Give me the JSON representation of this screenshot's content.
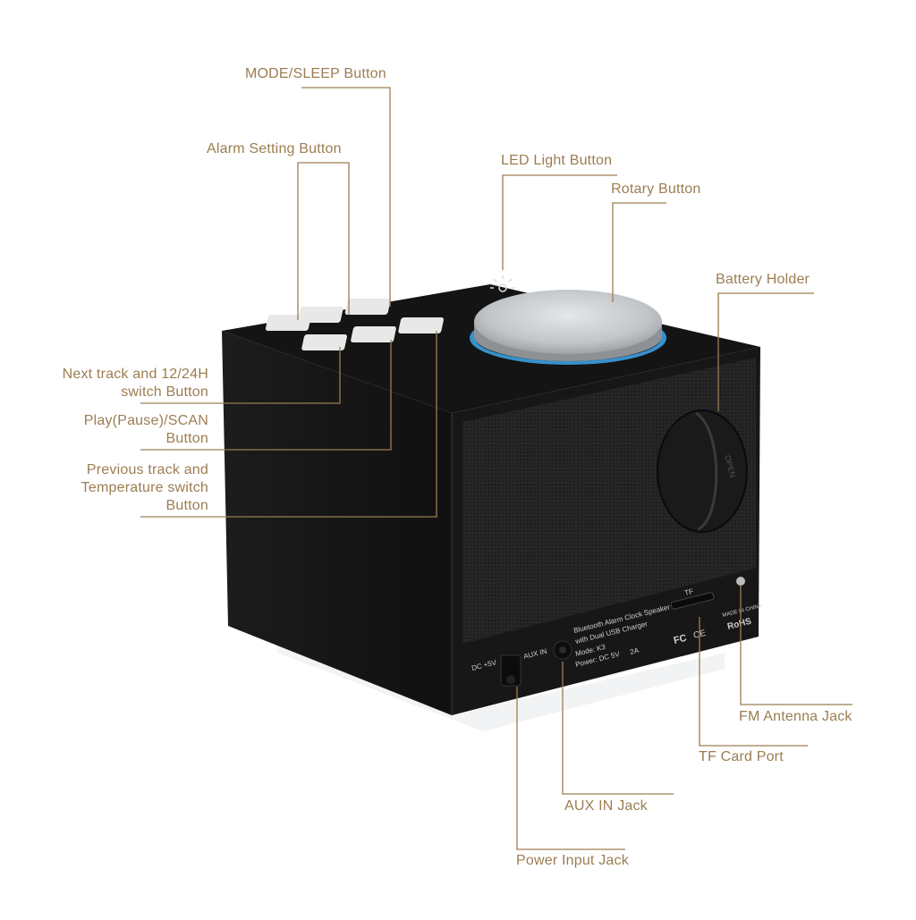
{
  "colors": {
    "label": "#9c7d52",
    "leader": "#9c7d52",
    "body": "#1a1a1a",
    "grille": "#2b2b2b",
    "knob": "#c7c9cc",
    "ring": "#3aa0e0"
  },
  "callouts": [
    {
      "id": "mode-sleep",
      "lines": [
        "MODE/SLEEP Button"
      ]
    },
    {
      "id": "alarm-setting",
      "lines": [
        "Alarm Setting Button"
      ]
    },
    {
      "id": "led-light",
      "lines": [
        "LED Light Button"
      ]
    },
    {
      "id": "rotary",
      "lines": [
        "Rotary Button"
      ]
    },
    {
      "id": "battery-holder",
      "lines": [
        "Battery Holder"
      ]
    },
    {
      "id": "next-track",
      "lines": [
        "Next track and 12/24H",
        "switch Button"
      ]
    },
    {
      "id": "play-pause",
      "lines": [
        "Play(Pause)/SCAN",
        "Button"
      ]
    },
    {
      "id": "previous-track",
      "lines": [
        "Previous track and",
        "Temperature switch",
        "Button"
      ]
    },
    {
      "id": "fm-antenna",
      "lines": [
        "FM Antenna Jack"
      ]
    },
    {
      "id": "tf-card",
      "lines": [
        "TF Card Port"
      ]
    },
    {
      "id": "aux-in",
      "lines": [
        "AUX IN Jack"
      ]
    },
    {
      "id": "power-input",
      "lines": [
        "Power Input Jack"
      ]
    }
  ],
  "device": {
    "back_text_1": "Bluetooth Alarm Clock Speaker",
    "back_text_2": "with Dual USB Charger",
    "model": "Mode: K3",
    "power": "Power: DC 5V",
    "current": "2A",
    "dc_label": "DC +5V",
    "aux_label": "AUX IN",
    "tf_label": "TF",
    "made_in": "MADE IN CHINA",
    "rohs": "RoHS",
    "fc": "FC",
    "ce": "CE",
    "battery_text": "OPEN"
  }
}
